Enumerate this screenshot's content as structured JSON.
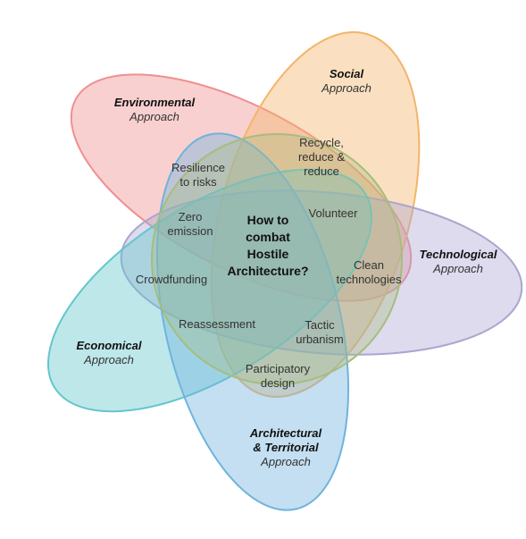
{
  "center_title": [
    "How to",
    "combat",
    "Hostile",
    "Architecture?"
  ],
  "approaches": {
    "environmental": {
      "name": "Environmental",
      "sub": "Approach",
      "color": "#ef8f8f"
    },
    "social": {
      "name": "Social",
      "sub": "Approach",
      "color": "#f4b46a"
    },
    "technological": {
      "name": "Technological",
      "sub": "Approach",
      "color": "#a9a6d1"
    },
    "economical": {
      "name": "Economical",
      "sub": "Approach",
      "color": "#63c6cc"
    },
    "architectural": {
      "name": [
        "Architectural",
        "& Territorial"
      ],
      "sub": "Approach",
      "color": "#6fb3dd"
    },
    "inner": {
      "color": "#a6bd7e"
    }
  },
  "labels": {
    "resilience": [
      "Resilience",
      "to risks"
    ],
    "recycle": [
      "Recycle,",
      "reduce &",
      "reduce"
    ],
    "zero": [
      "Zero",
      "emission"
    ],
    "volunteer": [
      "Volunteer"
    ],
    "crowdfunding": [
      "Crowdfunding"
    ],
    "clean": [
      "Clean",
      "technologies"
    ],
    "reassessment": [
      "Reassessment"
    ],
    "tactic": [
      "Tactic",
      "urbanism"
    ],
    "participatory": [
      "Participatory",
      "design"
    ]
  }
}
